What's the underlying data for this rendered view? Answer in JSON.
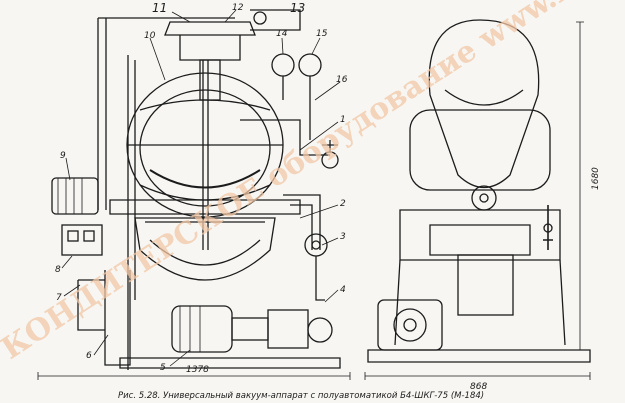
{
  "caption": "Рис. 5.28. Универсальный вакуум-аппарат с полуавтоматикой Б4-ШКГ-75 (М-184)",
  "dimensions": {
    "width_front": "1378",
    "width_side": "868",
    "height": "1680"
  },
  "callouts": [
    "1",
    "2",
    "3",
    "4",
    "5",
    "6",
    "7",
    "8",
    "9",
    "10",
    "11",
    "12",
    "13",
    "14",
    "15",
    "16"
  ],
  "watermark": {
    "text": "КОНДИТЕРСКОЕ оборудование www.kondbp.ru",
    "color": "#f2c7a6"
  },
  "colors": {
    "ink": "#1c1c1c",
    "paper": "#f7f6f2"
  }
}
